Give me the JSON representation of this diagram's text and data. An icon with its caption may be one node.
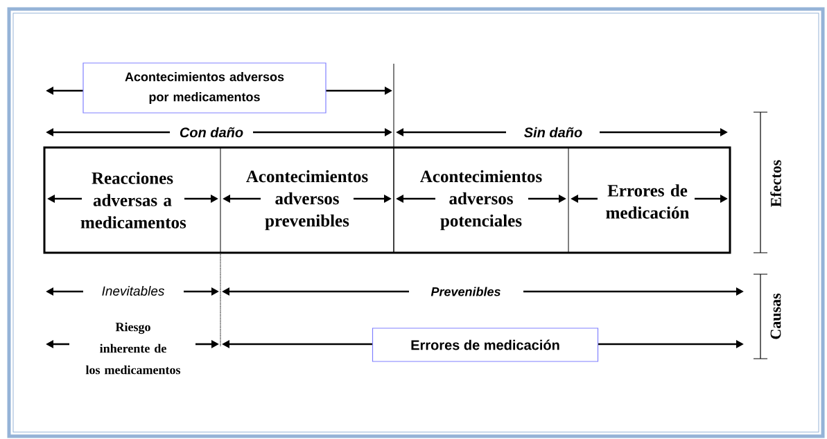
{
  "diagram": {
    "nodes": [
      {
        "text": [
          "Acontecimientos adversos por medicamentos"
        ]
      },
      {
        "text": [
          "Reacciones adversas a medicamentos"
        ]
      },
      {
        "text": [
          "Acontecimientos adversos prevenibles"
        ]
      },
      {
        "text": [
          "Acontecimientos adversos potenciales"
        ]
      },
      {
        "text": [
          "Errores de medicación"
        ]
      },
      {
        "text": [
          "Errores de medicación"
        ]
      }
    ],
    "labels": [
      "Con daño",
      "Sin daño",
      "Efectos",
      "Inevitables",
      "Prevenibles",
      "Causas",
      "Riesgo inherente de los medicamentos"
    ]
  }
}
